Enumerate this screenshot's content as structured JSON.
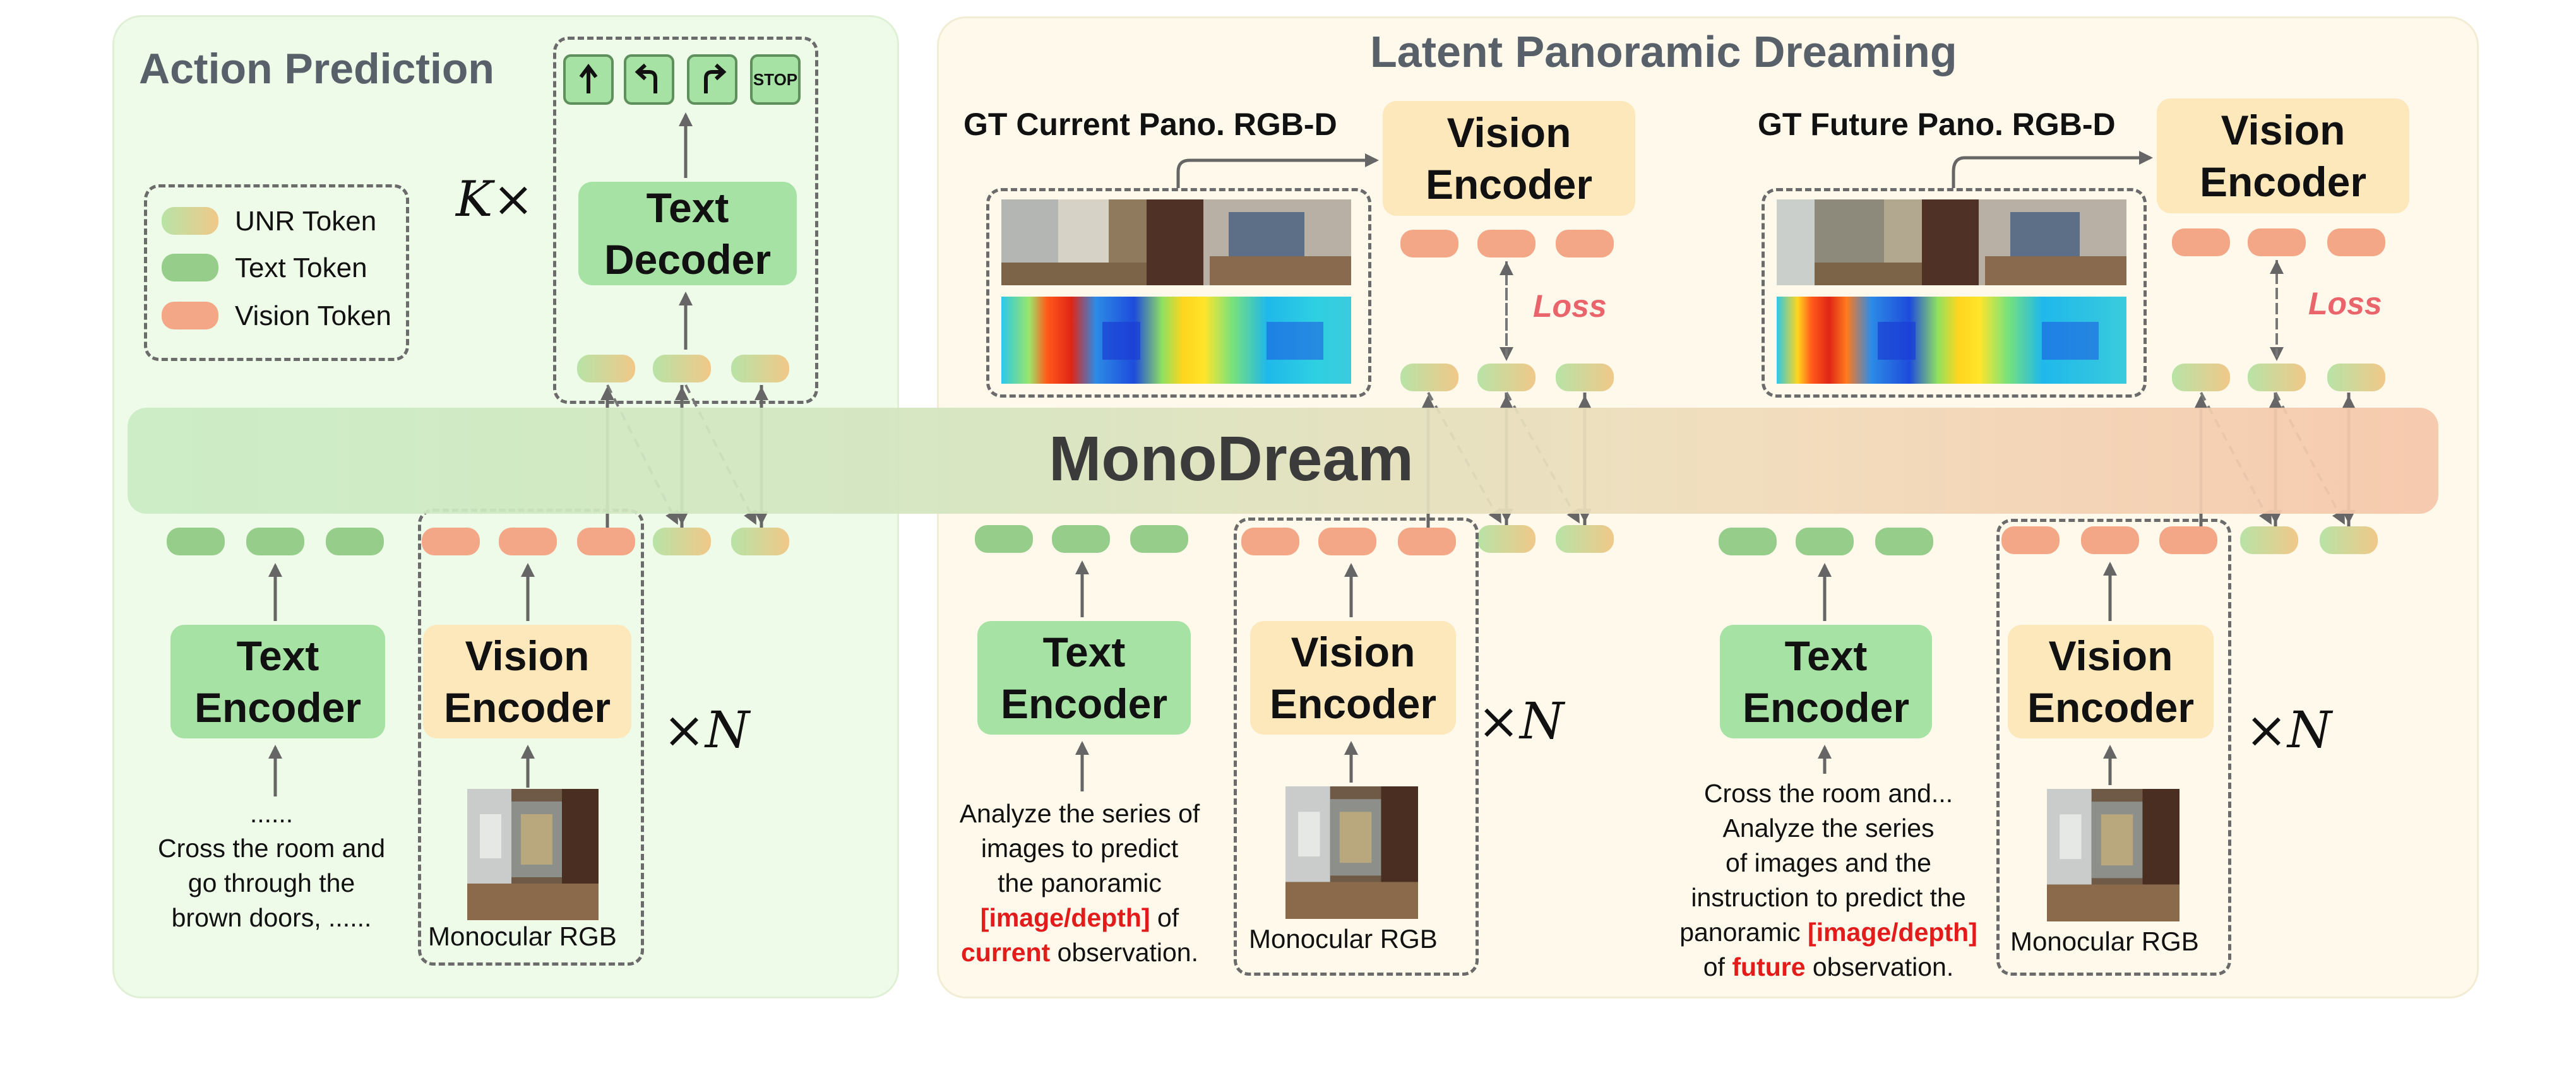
{
  "titles": {
    "action_prediction": "Action Prediction",
    "latent_dreaming": "Latent Panoramic Dreaming",
    "monodream": "MonoDream"
  },
  "legend": {
    "unr": "UNR Token",
    "text": "Text Token",
    "vision": "Vision Token"
  },
  "boxes": {
    "text_decoder": [
      "Text",
      "Decoder"
    ],
    "text_encoder": [
      "Text",
      "Encoder"
    ],
    "vision_encoder": [
      "Vision",
      "Encoder"
    ]
  },
  "repeat": {
    "k_symbol": "K",
    "n_symbol": "N",
    "times": "×"
  },
  "actions": {
    "stop": "STOP"
  },
  "captions": {
    "monocular_rgb": "Monocular RGB",
    "gt_current": "GT Current Pano. RGB-D",
    "gt_future": "GT Future Pano. RGB-D",
    "loss": "Loss"
  },
  "instruction_left": [
    "......",
    "Cross the room and",
    "go through the",
    "brown doors, ......"
  ],
  "instruction_mid": {
    "l1": "Analyze the series of",
    "l2": "images to predict",
    "l3": "the panoramic",
    "l4_hl": "[image/depth]",
    "l4_rest": " of",
    "l5_hl": "current",
    "l5_rest": " observation."
  },
  "instruction_right": {
    "l1": "Cross the room and...",
    "l2": "Analyze the series",
    "l3": "of  images and the",
    "l4": "instruction to predict the",
    "l5_pre": "panoramic ",
    "l5_hl": "[image/depth]",
    "l6_pre": "of  ",
    "l6_hl": "future",
    "l6_rest": " observation."
  },
  "colors": {
    "vision_token": "#f4a786",
    "text_token": "#97cd8a",
    "green_box": "#a6e2a3",
    "yellow_box": "#fde8bc",
    "highlight": "#e21b1b",
    "loss": "#e9646b"
  }
}
